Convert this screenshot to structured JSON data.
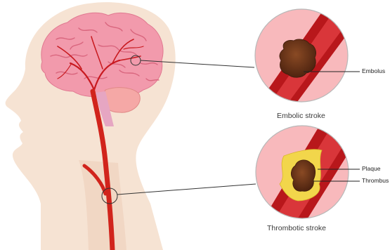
{
  "labels": {
    "embolus": "Embolus",
    "plaque": "Plaque",
    "thrombus": "Thrombus"
  },
  "captions": {
    "embolic": "Embolic stroke",
    "thrombotic": "Thrombotic stroke"
  },
  "colors": {
    "skin": "#f6e3d3",
    "skin_shadow": "#efd2bd",
    "brain": "#f29aac",
    "brain_fold": "#d9667e",
    "cerebellum": "#f5a8a6",
    "artery": "#d1241c",
    "vessel_wall": "#b8171b",
    "vessel_lumen": "#d9363a",
    "circle_bg": "#f8b9bc",
    "clot": "#6b3519",
    "plaque": "#f2d64b"
  }
}
